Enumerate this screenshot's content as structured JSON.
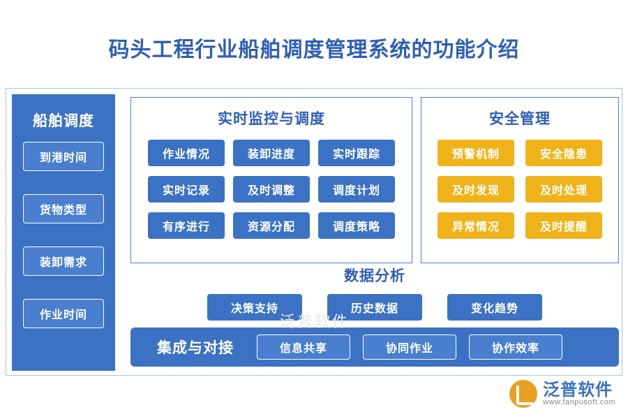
{
  "page": {
    "title": "码头工程行业船舶调度管理系统的功能介绍",
    "title_color": "#2e5fb5",
    "watermark": "泛普软件"
  },
  "left_column": {
    "title": "船舶调度",
    "background": "#3b72c4",
    "items": [
      {
        "label": "到港时间"
      },
      {
        "label": "货物类型"
      },
      {
        "label": "装卸需求"
      },
      {
        "label": "作业时间"
      }
    ]
  },
  "panels": [
    {
      "id": "monitor",
      "title": "实时监控与调度",
      "chip_color": "#3b72c4",
      "chips": [
        {
          "label": "作业情况"
        },
        {
          "label": "装卸进度"
        },
        {
          "label": "实时跟踪"
        },
        {
          "label": "实时记录"
        },
        {
          "label": "及时调整"
        },
        {
          "label": "调度计划"
        },
        {
          "label": "有序进行"
        },
        {
          "label": "资源分配"
        },
        {
          "label": "调度策略"
        }
      ]
    },
    {
      "id": "safety",
      "title": "安全管理",
      "chip_color": "#efb319",
      "chips": [
        {
          "label": "预警机制"
        },
        {
          "label": "安全隐患"
        },
        {
          "label": "及时发现"
        },
        {
          "label": "及时处理"
        },
        {
          "label": "异常情况"
        },
        {
          "label": "及时提醒"
        }
      ]
    }
  ],
  "analysis": {
    "title": "数据分析",
    "chip_color": "#3b72c4",
    "chips": [
      {
        "label": "决策支持"
      },
      {
        "label": "历史数据"
      },
      {
        "label": "变化趋势"
      }
    ]
  },
  "integration": {
    "label": "集成与对接",
    "background": "#3b72c4",
    "chips": [
      {
        "label": "信息共享"
      },
      {
        "label": "协同作业"
      },
      {
        "label": "协作效率"
      }
    ]
  },
  "logo": {
    "name": "泛普软件",
    "url": "www.fanpusoft.com"
  }
}
